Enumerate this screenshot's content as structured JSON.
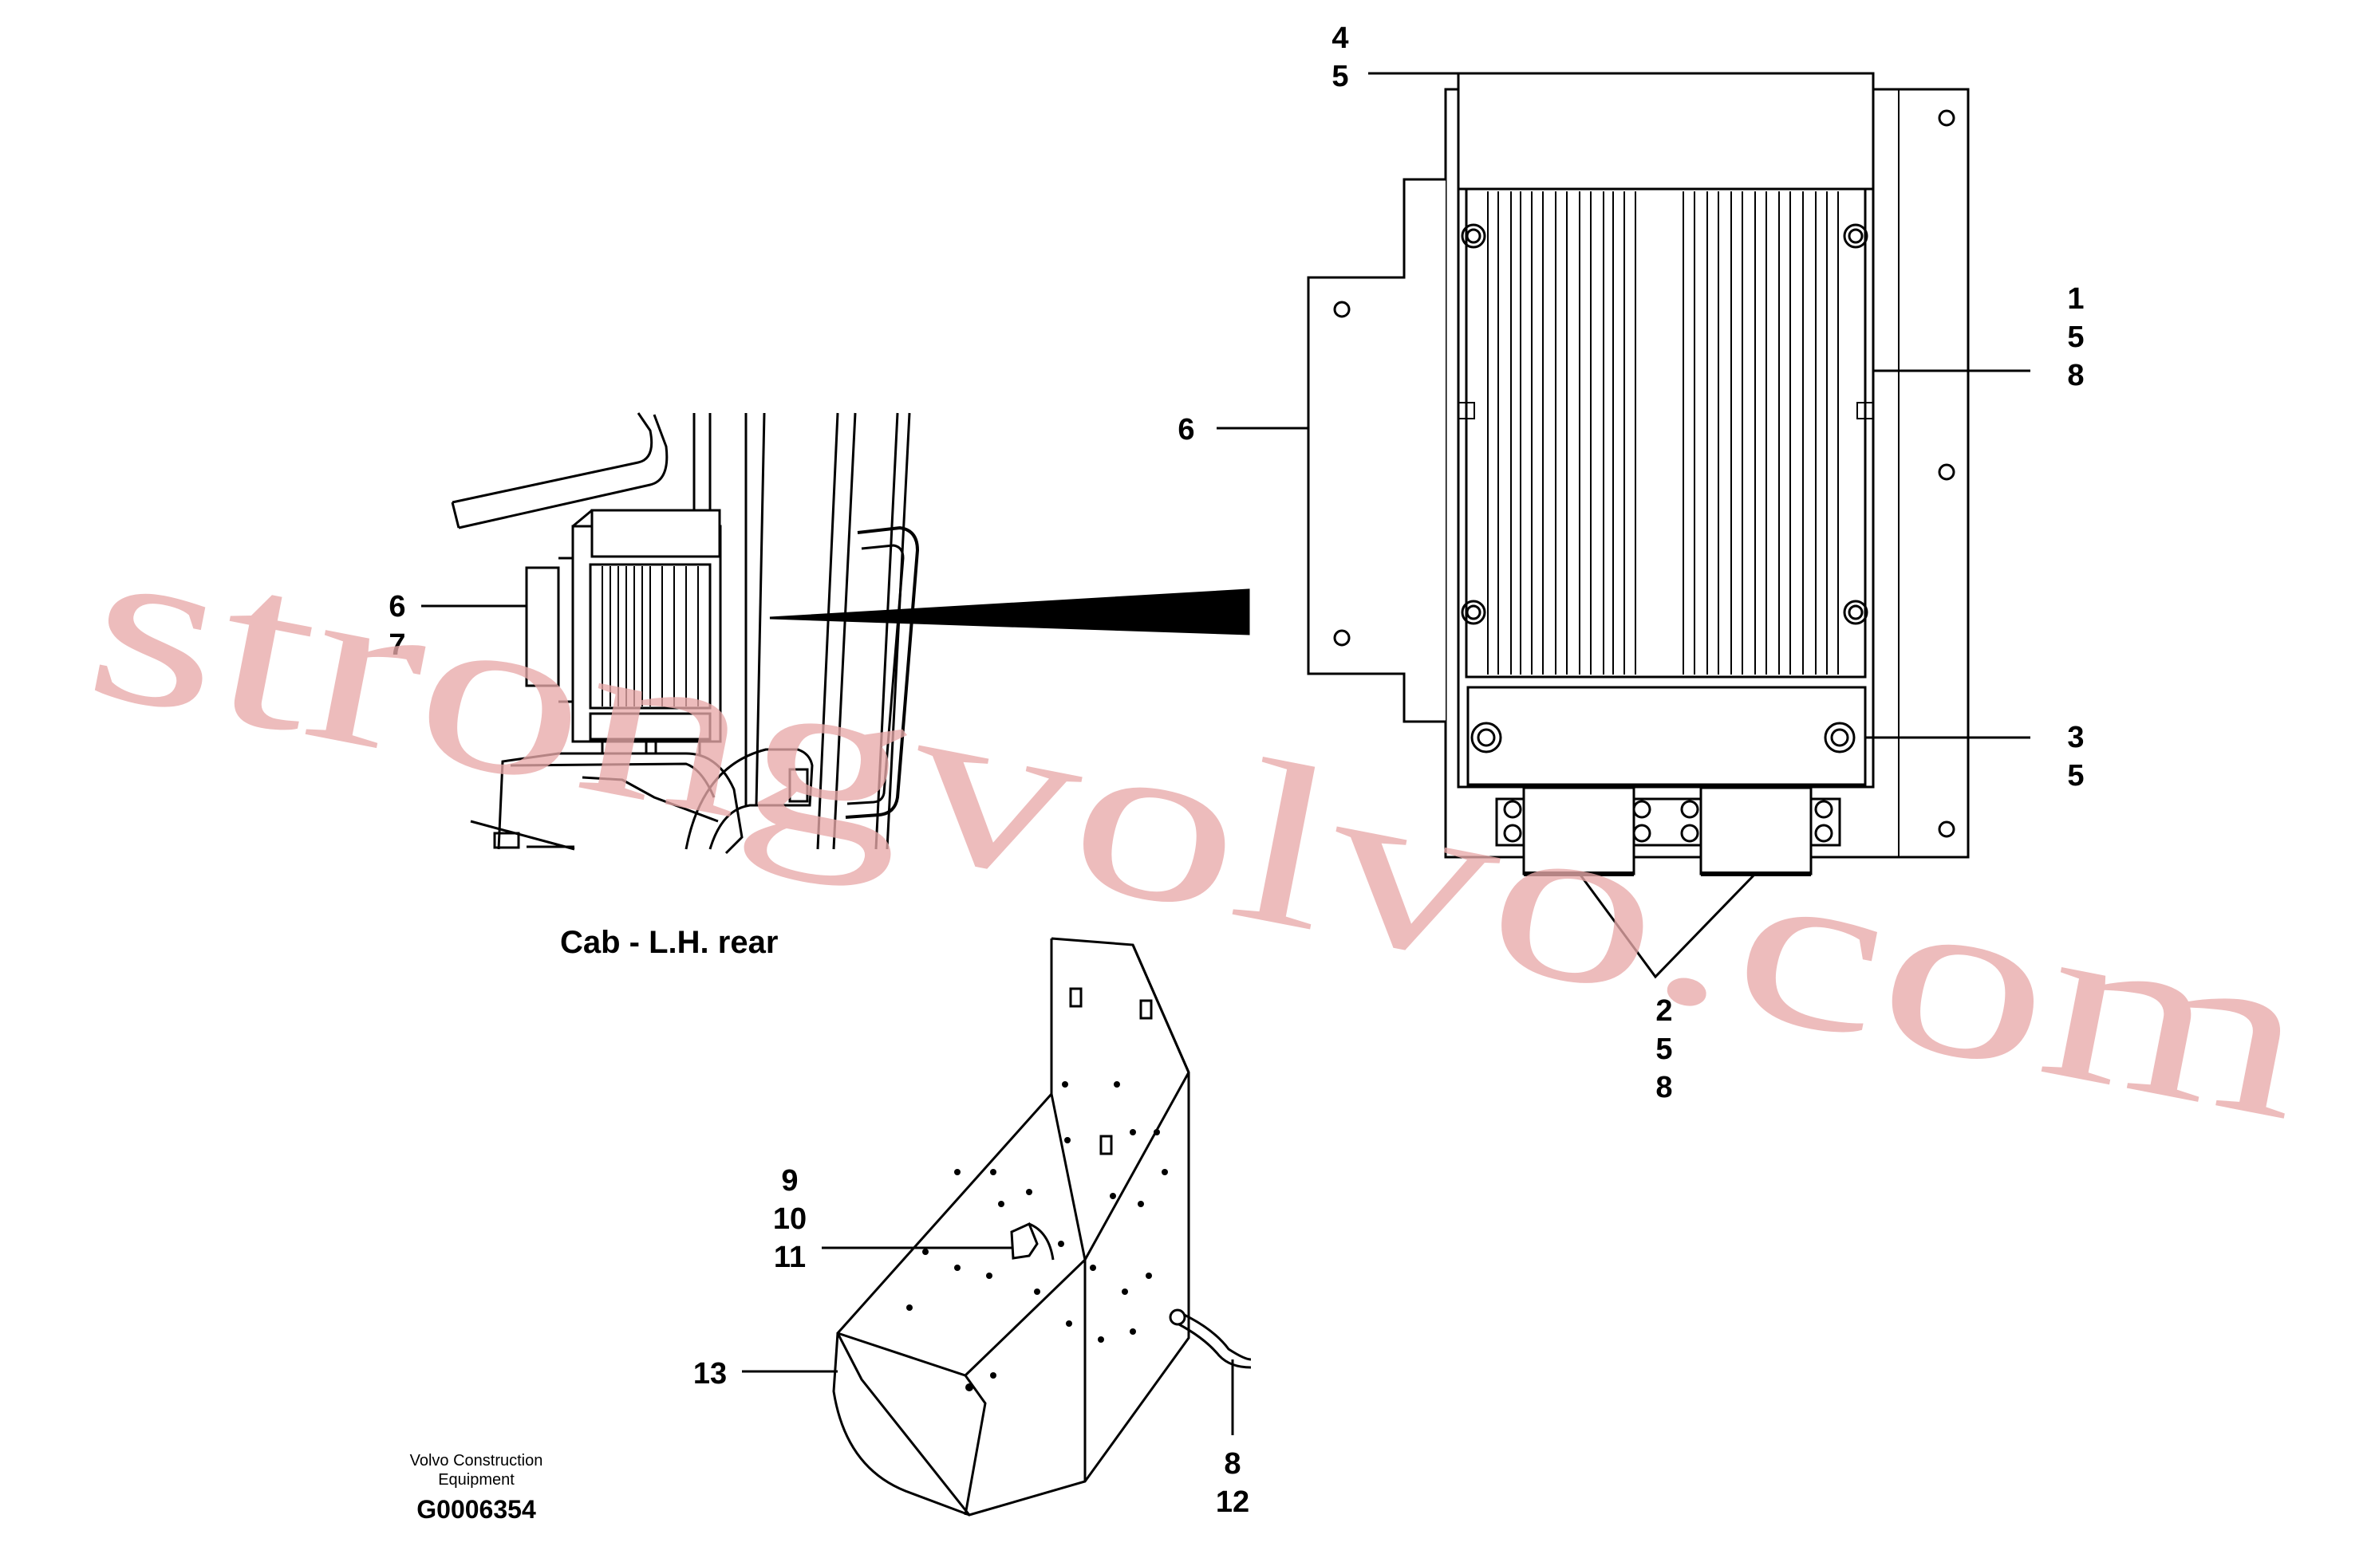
{
  "callouts": [
    {
      "id": "a",
      "lines": [
        "4",
        "5"
      ]
    },
    {
      "id": "b",
      "lines": [
        "1",
        "5",
        "8"
      ]
    },
    {
      "id": "c",
      "lines": [
        "6"
      ]
    },
    {
      "id": "d",
      "lines": [
        "3",
        "5"
      ]
    },
    {
      "id": "e",
      "lines": [
        "2",
        "5",
        "8"
      ]
    },
    {
      "id": "f",
      "lines": [
        "6",
        "7"
      ]
    },
    {
      "id": "g",
      "lines": [
        "9",
        "10",
        "11"
      ]
    },
    {
      "id": "h",
      "lines": [
        "13"
      ]
    },
    {
      "id": "i",
      "lines": [
        "8",
        "12"
      ]
    }
  ],
  "caption": "Cab - L.H. rear",
  "footer": {
    "company_line1": "Volvo Construction",
    "company_line2": "Equipment",
    "drawing_code": "G0006354"
  },
  "watermark": "strongvolvo.com",
  "colors": {
    "ink": "#000000",
    "watermark": "#e8a9a9",
    "background": "#ffffff"
  }
}
